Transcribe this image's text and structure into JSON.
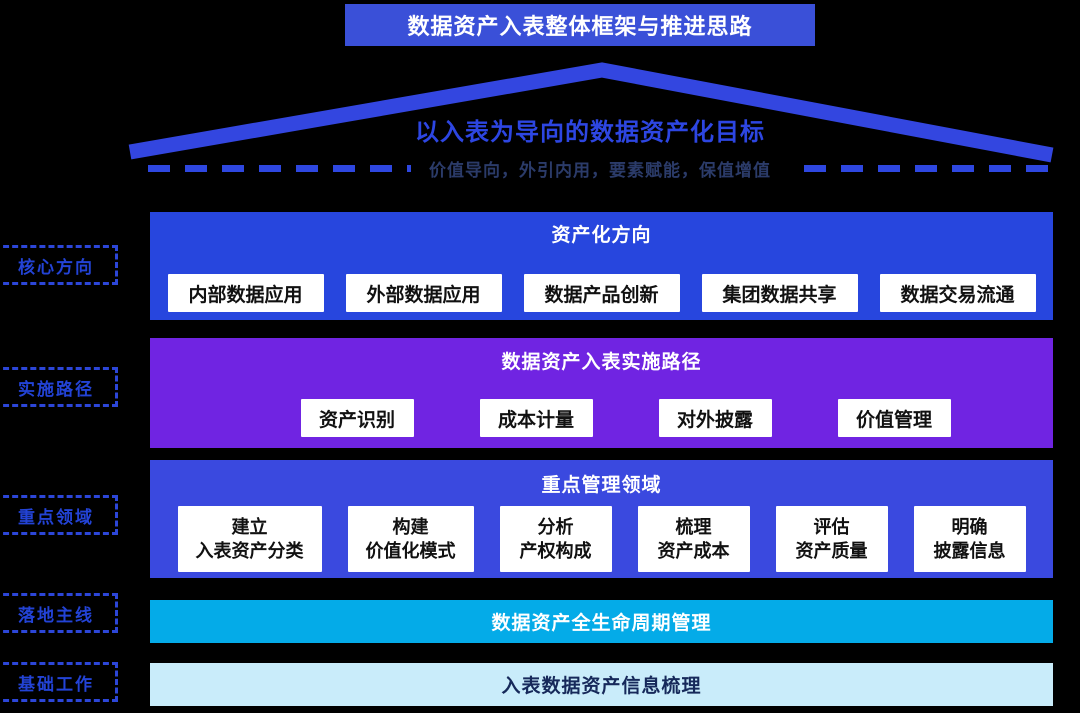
{
  "banner": {
    "title": "数据资产入表整体框架与推进思路"
  },
  "goal": {
    "title": "以入表为导向的数据资产化目标",
    "subtitle": "价值导向，外引内用，要素赋能，保值增值"
  },
  "side_labels": [
    {
      "label": "核心方向"
    },
    {
      "label": "实施路径"
    },
    {
      "label": "重点领域"
    },
    {
      "label": "落地主线"
    },
    {
      "label": "基础工作"
    }
  ],
  "rows": {
    "directions": {
      "header": "资产化方向",
      "items": [
        "内部数据应用",
        "外部数据应用",
        "数据产品创新",
        "集团数据共享",
        "数据交易流通"
      ]
    },
    "path": {
      "header": "数据资产入表实施路径",
      "items": [
        "资产识别",
        "成本计量",
        "对外披露",
        "价值管理"
      ]
    },
    "focus": {
      "header": "重点管理领域",
      "items": [
        {
          "l1": "建立",
          "l2": "入表资产分类"
        },
        {
          "l1": "构建",
          "l2": "价值化模式"
        },
        {
          "l1": "分析",
          "l2": "产权构成"
        },
        {
          "l1": "梳理",
          "l2": "资产成本"
        },
        {
          "l1": "评估",
          "l2": "资产质量"
        },
        {
          "l1": "明确",
          "l2": "披露信息"
        }
      ]
    },
    "mainline": {
      "label": "数据资产全生命周期管理"
    },
    "foundation": {
      "label": "入表数据资产信息梳理"
    }
  },
  "colors": {
    "background": "#000000",
    "banner_blue": "#3a50d8",
    "roof_blue": "#3346e0",
    "row_directions_blue": "#2746de",
    "row_path_purple": "#7024e2",
    "row_focus_blue": "#3a49df",
    "row_mainline_cyan": "#04abe8",
    "row_foundation_light": "#c9ecfa",
    "goal_title_blue": "#2d46e2",
    "subtitle_navy": "#2b3b69"
  }
}
